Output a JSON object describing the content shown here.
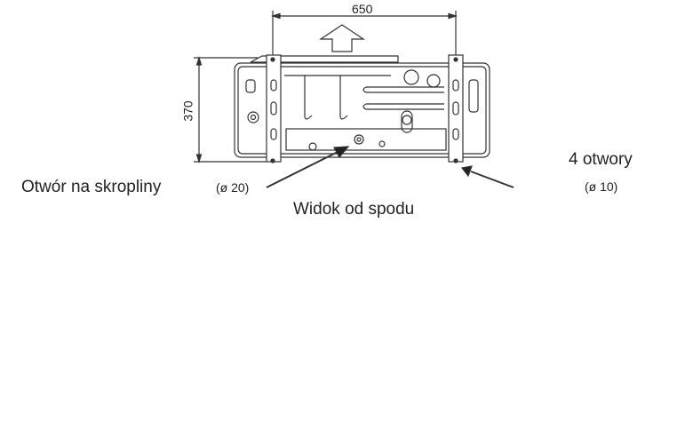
{
  "dimensions": {
    "width_label": "650",
    "height_label": "370"
  },
  "labels": {
    "drain_hole": "Otwór na skropliny",
    "drain_hole_diameter": "(ø 20)",
    "view": "Widok od spodu",
    "holes": "4 otwory",
    "holes_diameter": "(ø 10)"
  }
}
